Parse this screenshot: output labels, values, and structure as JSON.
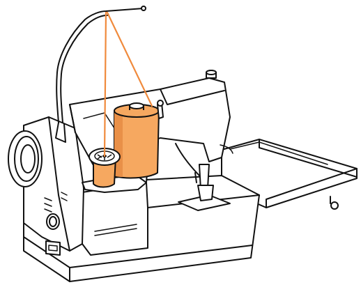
{
  "illustration": {
    "subject": "sewing-machine",
    "colors": {
      "line": "#111111",
      "background": "#ffffff",
      "thread": "#f08a3c",
      "spool_fill": "#f6a860",
      "spool_shade": "#e99048"
    },
    "elements": [
      "thread-guide-rod",
      "thread-line",
      "large-thread-cone",
      "small-thread-spool",
      "handwheel",
      "machine-body",
      "extension-table",
      "presser-foot",
      "stitch-dial",
      "power-socket"
    ]
  }
}
